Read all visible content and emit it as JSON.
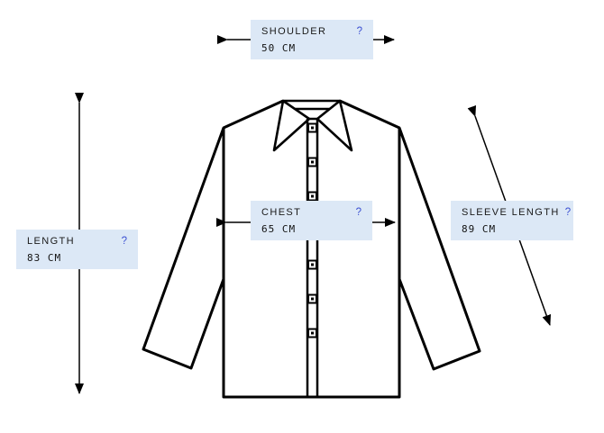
{
  "diagram": {
    "kind": "garment-size-measurement-diagram",
    "illustration": "long-sleeve button-up shirt outline",
    "unit": "CM",
    "colors": {
      "background": "#ffffff",
      "line": "#000000",
      "label_background": "#dce8f6",
      "label_text": "#1a1a1a",
      "help": "#3c50d2"
    },
    "measurements": {
      "shoulder": {
        "label": "SHOULDER",
        "value": "50 CM",
        "help": "?"
      },
      "length": {
        "label": "LENGTH",
        "value": "83 CM",
        "help": "?"
      },
      "chest": {
        "label": "CHEST",
        "value": "65 CM",
        "help": "?"
      },
      "sleeve_length": {
        "label": "SLEEVE LENGTH",
        "value": "89 CM",
        "help": "?"
      }
    }
  }
}
